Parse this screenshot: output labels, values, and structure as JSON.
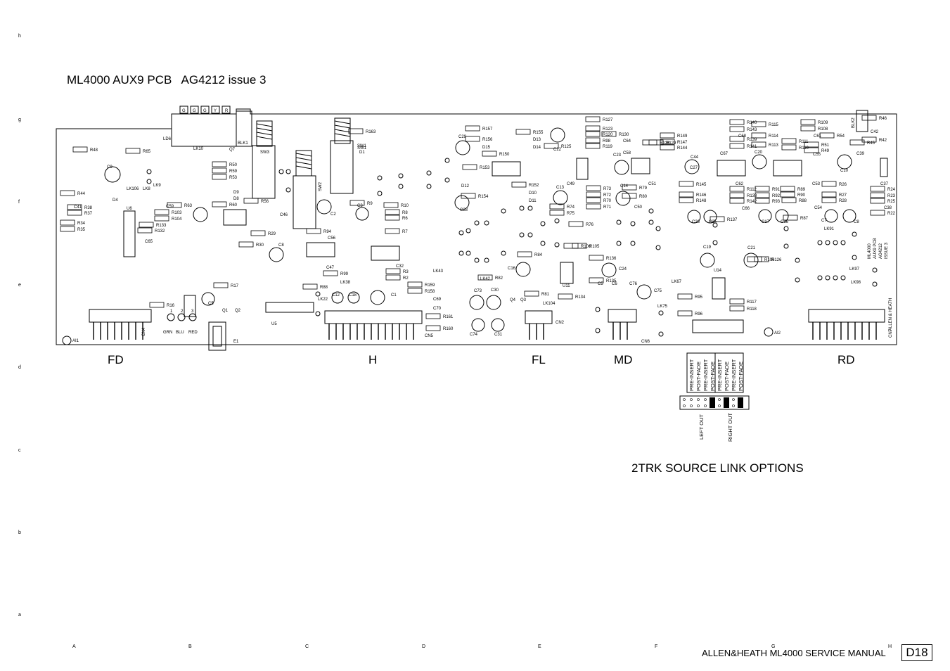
{
  "title": "ML4000 AUX9 PCB   AG4212 issue 3",
  "zones": [
    "FD",
    "H",
    "FL",
    "MD",
    "RD"
  ],
  "link_options_title": "2TRK SOURCE LINK OPTIONS",
  "link_options": {
    "columns": [
      "PRE-INSERT",
      "POST-FADE",
      "PRE-INSERT",
      "POST-FADE",
      "PRE-INSERT",
      "POST-FADE",
      "PRE-INSERT",
      "POST-FADE"
    ],
    "left_label": "LEFT OUT",
    "right_label": "RIGHT OUT"
  },
  "footer": "ALLEN&HEATH  ML4000 SERVICE MANUAL",
  "page": "D18",
  "row_letters": [
    "h",
    "g",
    "f",
    "e",
    "d",
    "c",
    "b",
    "a"
  ],
  "col_letters": [
    "A",
    "B",
    "C",
    "D",
    "E",
    "F",
    "G",
    "H"
  ],
  "board_text": {
    "led_colors": [
      "G",
      "G",
      "G",
      "Y",
      "R"
    ],
    "vertical_labels": [
      "ML4000",
      "AUX9 PCB",
      "AG4212",
      "ISSUE 3"
    ],
    "allen_heath": "ALLEN & HEATH",
    "led_legend": [
      "1",
      "2",
      "3",
      "GRN",
      "BLU",
      "RED"
    ],
    "connectors": [
      "CN4",
      "CN5",
      "CN2",
      "CN6",
      "CN7"
    ],
    "switches": [
      "SW1",
      "SW2",
      "SW3"
    ],
    "misc": [
      "LD6",
      "BLK1",
      "BLK2",
      "AI1",
      "AI2",
      "E1",
      "U5",
      "U6"
    ],
    "components": [
      [
        "R65",
        203,
        217
      ],
      [
        "R48",
        128,
        215
      ],
      [
        "R44",
        110,
        277
      ],
      [
        "R38",
        120,
        297
      ],
      [
        "R37",
        120,
        305
      ],
      [
        "R34",
        110,
        319
      ],
      [
        "R35",
        110,
        328
      ],
      [
        "C41",
        105,
        296
      ],
      [
        "C9",
        152,
        239
      ],
      [
        "D4",
        160,
        286
      ],
      [
        "LK106",
        180,
        270
      ],
      [
        "LK8",
        203,
        270
      ],
      [
        "LK9",
        218,
        265
      ],
      [
        "C59",
        236,
        295
      ],
      [
        "R103",
        244,
        304
      ],
      [
        "R104",
        244,
        313
      ],
      [
        "R133",
        222,
        322
      ],
      [
        "R132",
        220,
        330
      ],
      [
        "C65",
        206,
        345
      ],
      [
        "R63",
        262,
        294
      ],
      [
        "C1",
        556,
        421
      ],
      [
        "C2",
        470,
        306
      ],
      [
        "C3",
        508,
        294
      ],
      [
        "R9",
        522,
        291
      ],
      [
        "R10",
        570,
        294
      ],
      [
        "R8",
        572,
        304
      ],
      [
        "R6",
        572,
        312
      ],
      [
        "R7",
        572,
        331
      ],
      [
        "R3",
        573,
        388
      ],
      [
        "R2",
        573,
        397
      ],
      [
        "C32",
        563,
        380
      ],
      [
        "R94",
        460,
        331
      ],
      [
        "C56",
        466,
        340
      ],
      [
        "LK38",
        484,
        403
      ],
      [
        "C47",
        464,
        382
      ],
      [
        "R99",
        484,
        391
      ],
      [
        "C12",
        472,
        421
      ],
      [
        "C18",
        496,
        421
      ],
      [
        "LK22",
        452,
        427
      ],
      [
        "R88",
        455,
        410
      ],
      [
        "C29",
        652,
        196
      ],
      [
        "C28",
        654,
        300
      ],
      [
        "D12",
        656,
        266
      ],
      [
        "R154",
        680,
        281
      ],
      [
        "R157",
        686,
        185
      ],
      [
        "R156",
        686,
        200
      ],
      [
        "D15",
        686,
        211
      ],
      [
        "R153",
        682,
        240
      ],
      [
        "R150",
        710,
        221
      ],
      [
        "R155",
        758,
        190
      ],
      [
        "D13",
        758,
        200
      ],
      [
        "D14",
        758,
        211
      ],
      [
        "R152",
        752,
        265
      ],
      [
        "D10",
        752,
        276
      ],
      [
        "D11",
        752,
        287
      ],
      [
        "C22",
        787,
        214
      ],
      [
        "R125",
        798,
        210
      ],
      [
        "C13",
        791,
        268
      ],
      [
        "R74",
        806,
        296
      ],
      [
        "R75",
        806,
        305
      ],
      [
        "C49",
        806,
        263
      ],
      [
        "R127",
        857,
        172
      ],
      [
        "R123",
        857,
        185
      ],
      [
        "R120",
        857,
        193
      ],
      [
        "R98",
        857,
        202
      ],
      [
        "R119",
        857,
        210
      ],
      [
        "R73",
        858,
        270
      ],
      [
        "R72",
        858,
        279
      ],
      [
        "R70",
        858,
        287
      ],
      [
        "R71",
        858,
        296
      ],
      [
        "R76",
        833,
        321
      ],
      [
        "R130",
        880,
        193
      ],
      [
        "C64",
        886,
        202
      ],
      [
        "C58",
        886,
        219
      ],
      [
        "C23",
        872,
        222
      ],
      [
        "C14",
        882,
        266
      ],
      [
        "C24",
        880,
        384
      ],
      [
        "R79",
        909,
        269
      ],
      [
        "R80",
        909,
        281
      ],
      [
        "C51",
        922,
        263
      ],
      [
        "C50",
        902,
        296
      ],
      [
        "R128",
        938,
        205
      ],
      [
        "R129",
        947,
        205
      ],
      [
        "R136",
        862,
        369
      ],
      [
        "R135",
        862,
        401
      ],
      [
        "C5",
        850,
        405
      ],
      [
        "C6",
        870,
        405
      ],
      [
        "C76",
        895,
        405
      ],
      [
        "C75",
        930,
        415
      ],
      [
        "LK67",
        955,
        402
      ],
      [
        "LK75",
        935,
        437
      ],
      [
        "R134",
        818,
        424
      ],
      [
        "R140",
        1062,
        176
      ],
      [
        "R143",
        1062,
        186
      ],
      [
        "R139",
        1062,
        200
      ],
      [
        "R141",
        1062,
        210
      ],
      [
        "R149",
        963,
        195
      ],
      [
        "R147",
        963,
        204
      ],
      [
        "R144",
        963,
        212
      ],
      [
        "C68",
        1050,
        195
      ],
      [
        "C67",
        1024,
        220
      ],
      [
        "C27",
        981,
        240
      ],
      [
        "C44",
        982,
        225
      ],
      [
        "R145",
        990,
        264
      ],
      [
        "R146",
        990,
        279
      ],
      [
        "R148",
        990,
        287
      ],
      [
        "C26",
        984,
        317
      ],
      [
        "C25",
        1008,
        317
      ],
      [
        "C62",
        1046,
        263
      ],
      [
        "R112",
        1062,
        271
      ],
      [
        "R138",
        1062,
        280
      ],
      [
        "R142",
        1062,
        288
      ],
      [
        "C66",
        1055,
        298
      ],
      [
        "R137",
        1034,
        314
      ],
      [
        "C19",
        1000,
        353
      ],
      [
        "C21",
        1063,
        354
      ],
      [
        "R100",
        1087,
        371
      ],
      [
        "R126",
        1097,
        371
      ],
      [
        "U14",
        1015,
        386
      ],
      [
        "R117",
        1062,
        431
      ],
      [
        "R118",
        1062,
        441
      ],
      [
        "R95",
        988,
        424
      ],
      [
        "R96",
        988,
        448
      ],
      [
        "R115",
        1093,
        179
      ],
      [
        "R114",
        1093,
        195
      ],
      [
        "R113",
        1093,
        208
      ],
      [
        "C20",
        1073,
        218
      ],
      [
        "R91",
        1098,
        271
      ],
      [
        "R92",
        1098,
        280
      ],
      [
        "R93",
        1098,
        288
      ],
      [
        "C17",
        1083,
        317
      ],
      [
        "C16",
        1110,
        317
      ],
      [
        "R109",
        1163,
        176
      ],
      [
        "R108",
        1163,
        185
      ],
      [
        "C61",
        1157,
        195
      ],
      [
        "R111",
        1136,
        203
      ],
      [
        "R110",
        1136,
        212
      ],
      [
        "C55",
        1156,
        221
      ],
      [
        "R51",
        1168,
        208
      ],
      [
        "R49",
        1168,
        216
      ],
      [
        "R54",
        1190,
        195
      ],
      [
        "C53",
        1155,
        263
      ],
      [
        "R89",
        1134,
        271
      ],
      [
        "R90",
        1134,
        279
      ],
      [
        "R88",
        1136,
        287
      ],
      [
        "C54",
        1158,
        297
      ],
      [
        "R87",
        1138,
        312
      ],
      [
        "C10",
        1195,
        244
      ],
      [
        "R26",
        1193,
        264
      ],
      [
        "R27",
        1193,
        279
      ],
      [
        "R28",
        1193,
        287
      ],
      [
        "C7",
        1168,
        315
      ],
      [
        "C8",
        1214,
        317
      ],
      [
        "R46",
        1250,
        170
      ],
      [
        "C42",
        1238,
        189
      ],
      [
        "R45",
        1233,
        205
      ],
      [
        "R42",
        1250,
        201
      ],
      [
        "C39",
        1218,
        220
      ],
      [
        "C37",
        1252,
        263
      ],
      [
        "R24",
        1262,
        271
      ],
      [
        "R23",
        1262,
        280
      ],
      [
        "R25",
        1262,
        288
      ],
      [
        "C38",
        1257,
        297
      ],
      [
        "R22",
        1262,
        305
      ],
      [
        "LK91",
        1172,
        327
      ],
      [
        "LK97",
        1208,
        384
      ],
      [
        "LK98",
        1210,
        403
      ],
      [
        "R16",
        237,
        436
      ],
      [
        "R17",
        328,
        408
      ],
      [
        "R29",
        381,
        334
      ],
      [
        "R30",
        364,
        350
      ],
      [
        "R56",
        371,
        288
      ],
      [
        "C46",
        398,
        307
      ],
      [
        "C5",
        296,
        433
      ],
      [
        "Q1",
        316,
        443
      ],
      [
        "Q2",
        334,
        443
      ],
      [
        "Q7",
        326,
        214
      ],
      [
        "LK10",
        275,
        213
      ],
      [
        "R50",
        326,
        236
      ],
      [
        "R59",
        326,
        245
      ],
      [
        "R53",
        326,
        254
      ],
      [
        "D9",
        332,
        275
      ],
      [
        "D8",
        332,
        284
      ],
      [
        "R60",
        326,
        293
      ],
      [
        "C8",
        396,
        350
      ],
      [
        "LK43",
        616,
        387
      ],
      [
        "R159",
        604,
        407
      ],
      [
        "R158",
        604,
        416
      ],
      [
        "C69",
        616,
        427
      ],
      [
        "C70",
        616,
        440
      ],
      [
        "R161",
        630,
        452
      ],
      [
        "R160",
        630,
        469
      ],
      [
        "C73",
        674,
        415
      ],
      [
        "C30",
        698,
        414
      ],
      [
        "C74",
        668,
        477
      ],
      [
        "C31",
        703,
        477
      ],
      [
        "LK42",
        683,
        398
      ],
      [
        "R82",
        704,
        397
      ],
      [
        "Q4",
        725,
        428
      ],
      [
        "Q3",
        740,
        428
      ],
      [
        "R84",
        760,
        364
      ],
      [
        "C16",
        722,
        383
      ],
      [
        "R81",
        770,
        420
      ],
      [
        "LK104",
        772,
        433
      ],
      [
        "U11",
        800,
        408
      ],
      [
        "R106",
        826,
        352
      ],
      [
        "R105",
        838,
        352
      ],
      [
        "R163",
        520,
        189
      ],
      [
        "D1",
        511,
        218
      ],
      [
        "SW1",
        508,
        209
      ]
    ]
  }
}
